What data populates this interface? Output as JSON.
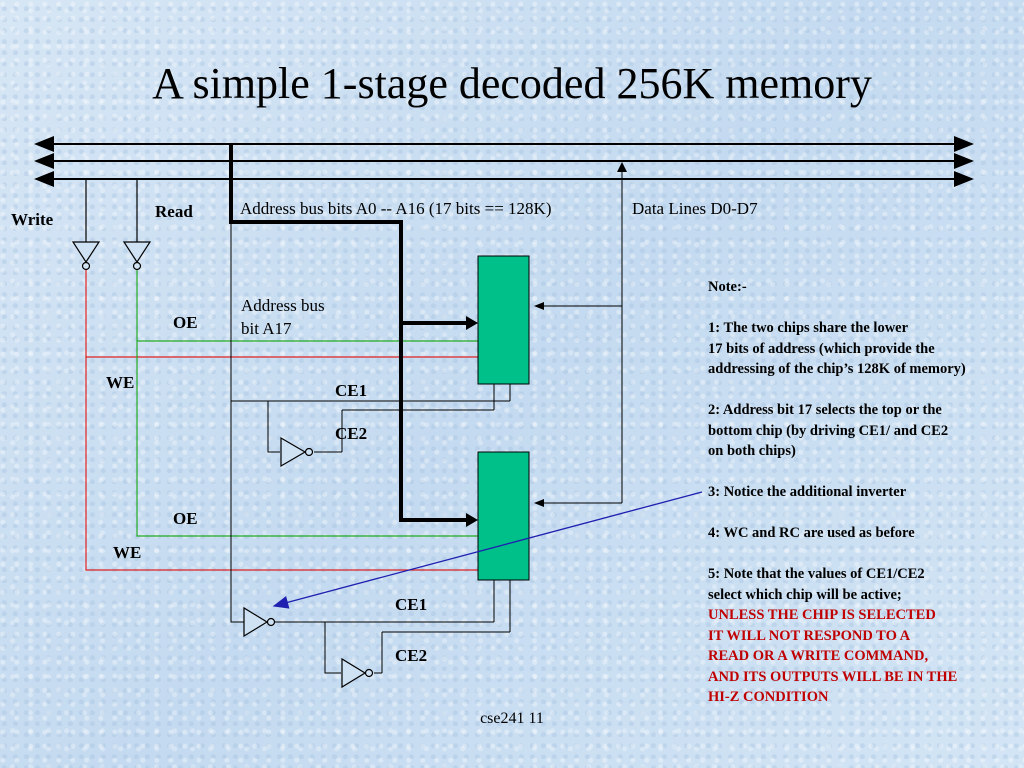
{
  "title": "A simple 1-stage decoded 256K memory",
  "labels": {
    "write": "Write",
    "read": "Read",
    "address_bus": "Address bus bits A0 -- A16 (17 bits == 128K)",
    "data_lines": "Data Lines D0-D7",
    "address_bit17_line1": "Address bus",
    "address_bit17_line2": "bit A17",
    "oe_top": "OE",
    "we_top": "WE",
    "ce1_top": "CE1",
    "ce2_top": "CE2",
    "oe_bottom": "OE",
    "we_bottom": "WE",
    "ce1_bottom": "CE1",
    "ce2_bottom": "CE2"
  },
  "note": {
    "heading": "Note:-",
    "items": [
      "1: The two chips share the lower",
      "17 bits of address (which provide the",
      "addressing of the chip’s 128K of memory)",
      "2: Address bit 17 selects the top or the",
      "bottom chip (by driving CE1/ and CE2",
      "on both chips)",
      "3: Notice the additional inverter",
      "4: WC and RC are used as before",
      "5: Note that the values of CE1/CE2",
      "select which chip will be active;"
    ],
    "warning": [
      "UNLESS THE CHIP IS SELECTED",
      "IT WILL NOT RESPOND TO A",
      "READ OR A WRITE COMMAND,",
      "AND ITS OUTPUTS WILL BE IN THE",
      "HI-Z CONDITION"
    ]
  },
  "footer": "cse241 11",
  "colors": {
    "chip": "#00c08a",
    "oe_line": "#22aa22",
    "we_line": "#dd2222",
    "arrow_pointer": "#1f1fb0"
  }
}
